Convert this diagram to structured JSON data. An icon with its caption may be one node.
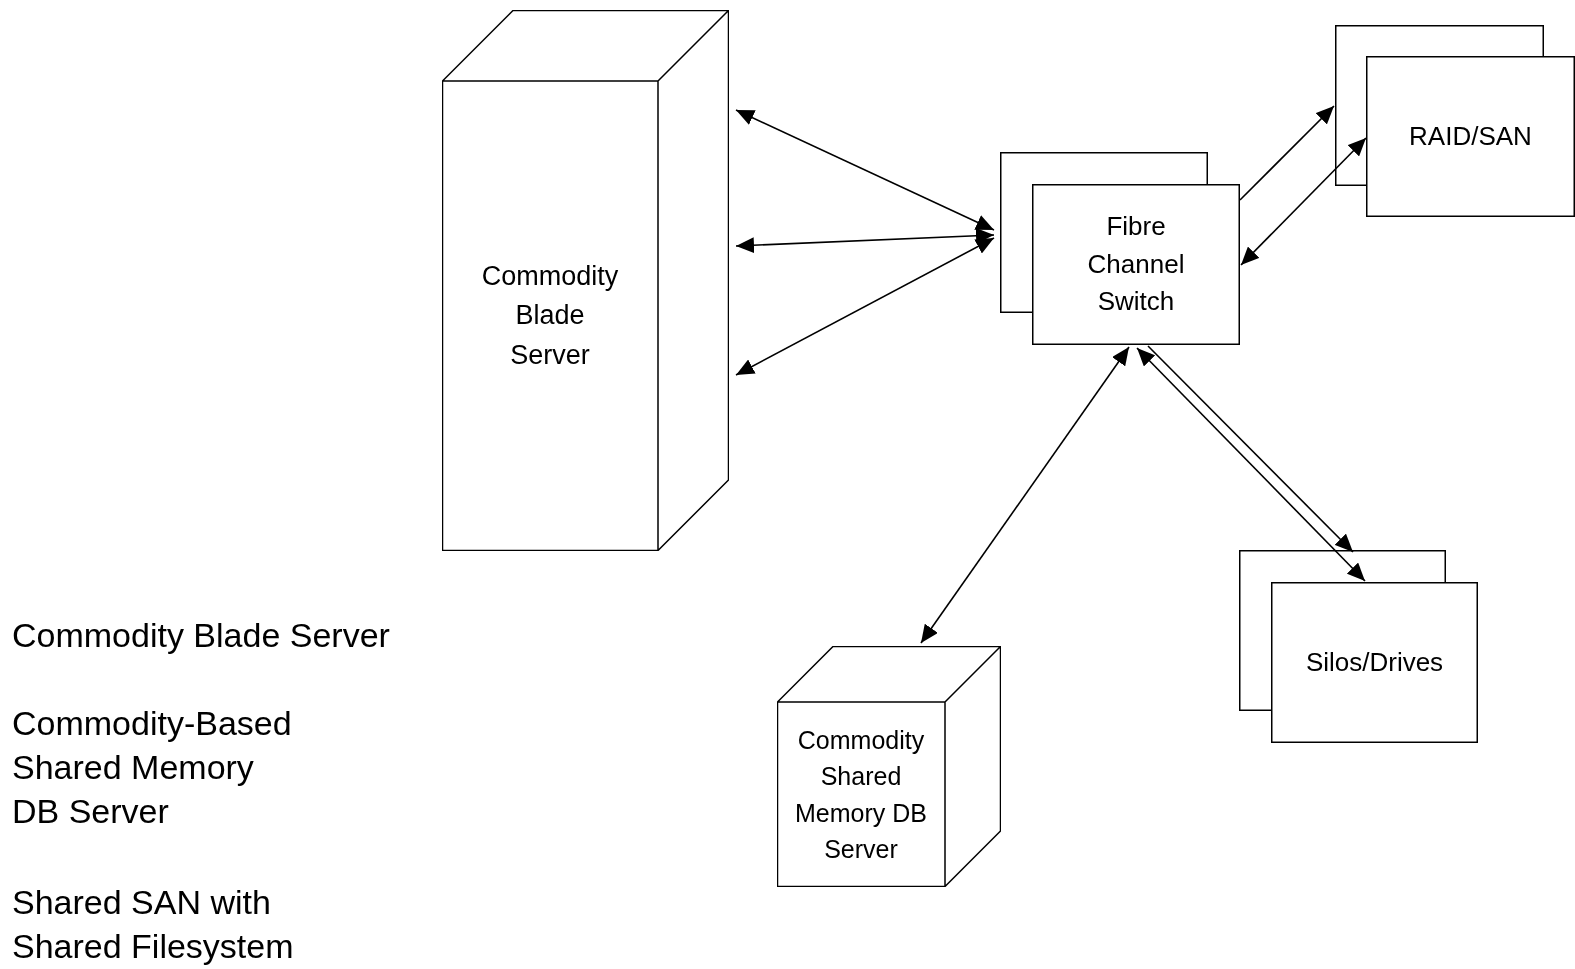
{
  "diagram": {
    "nodes": [
      {
        "text": [
          "Commodity Blade Server"
        ]
      },
      {
        "text": [
          "Fibre Channel Switch"
        ]
      },
      {
        "text": [
          "RAID/SAN"
        ]
      },
      {
        "text": [
          "Silos/Drives"
        ]
      },
      {
        "text": [
          "Commodity Shared Memory DB Server"
        ]
      }
    ],
    "edges": [
      {
        "from": 0,
        "to": 1,
        "arrow": "both"
      },
      {
        "from": 0,
        "to": 1,
        "arrow": "both"
      },
      {
        "from": 0,
        "to": 1,
        "arrow": "both"
      },
      {
        "from": 1,
        "to": 2,
        "arrow": "to"
      },
      {
        "from": 2,
        "to": 1,
        "arrow": "both"
      },
      {
        "from": 4,
        "to": 1,
        "arrow": "both"
      },
      {
        "from": 1,
        "to": 3,
        "arrow": "to"
      },
      {
        "from": 1,
        "to": 3,
        "arrow": "both"
      }
    ],
    "labels": [
      "Commodity Blade Server",
      "Commodity-Based Shared Memory DB Server",
      "Shared SAN with Shared Filesystem"
    ]
  }
}
